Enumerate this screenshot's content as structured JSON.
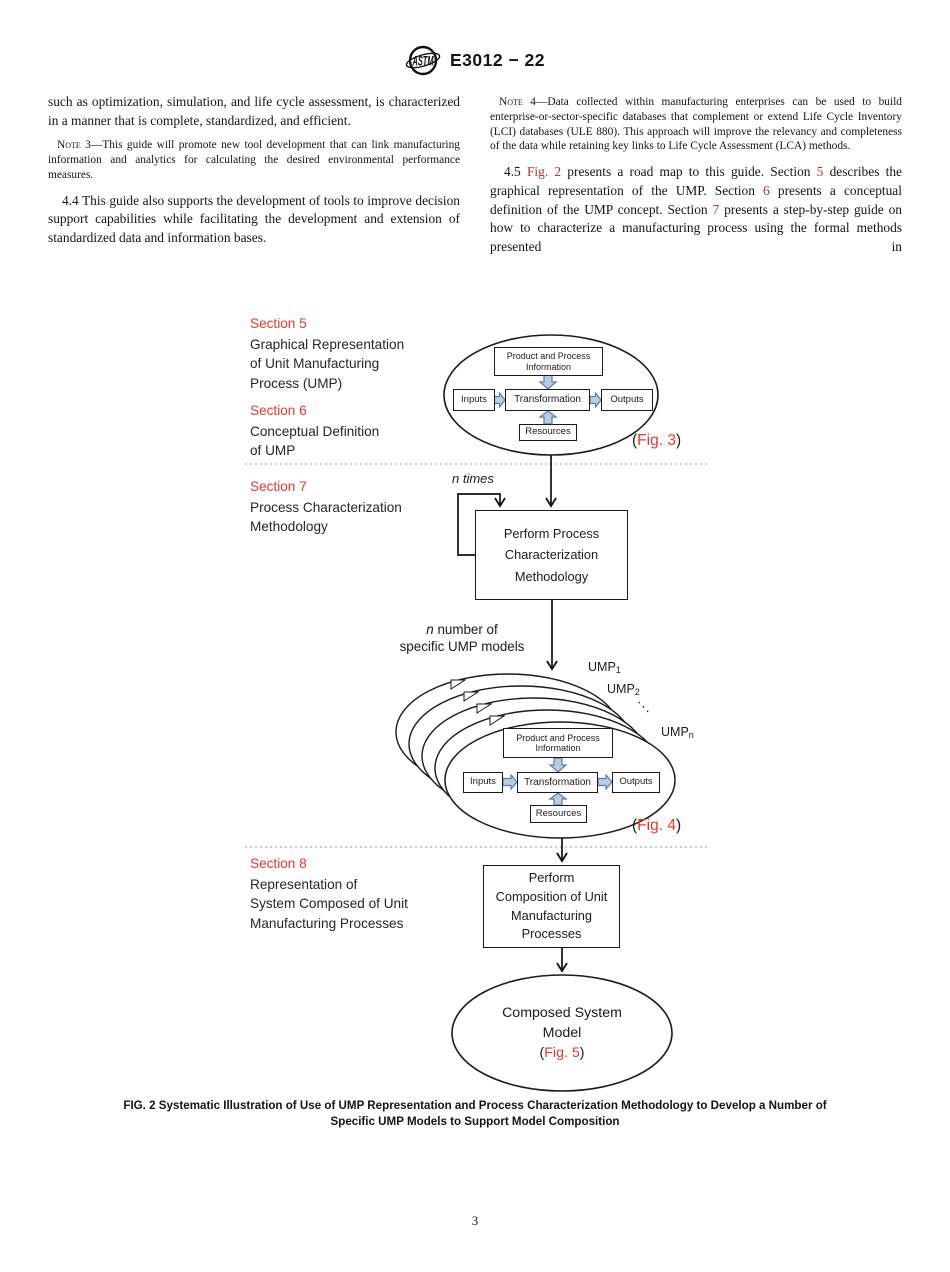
{
  "colors": {
    "accent_red": "#e43a2c",
    "link_red": "#b5342c",
    "arrow_fill": "#b8cce4",
    "arrow_stroke": "#5b7ba6"
  },
  "header": {
    "logo_icon": "astm-logo",
    "logo_text": "ASTM",
    "standard_code": "E3012 − 22"
  },
  "left_column": {
    "p_continuation": "such as optimization, simulation, and life cycle assessment, is characterized in a manner that is complete, standardized, and efficient.",
    "note3_label": "Note 3",
    "note3_body": "—This guide will promote new tool development that can link manufacturing information and analytics for calculating the desired environmental performance measures.",
    "p44": "4.4 This guide also supports the development of tools to improve decision support capabilities while facilitating the development and extension of standardized data and information bases."
  },
  "right_column": {
    "note4_label": "Note 4",
    "note4_body": "—Data collected within manufacturing enterprises can be used to build enterprise-or-sector-specific databases that complement or extend Life Cycle Inventory (LCI) databases (ULE 880). This approach will improve the relevancy and completeness of the data while retaining key links to Life Cycle Assessment (LCA) methods.",
    "p45": {
      "seg1": "4.5 ",
      "ref_fig2": "Fig. 2",
      "seg2": " presents a road map to this guide. Section ",
      "ref_s5": "5",
      "seg3": " describes the graphical representation of the UMP. Section ",
      "ref_s6": "6",
      "seg4": " presents a conceptual definition of the UMP concept. Section ",
      "ref_s7": "7",
      "seg5": " presents a step-by-step guide on how to characterize a manufacturing process using the formal methods presented in"
    }
  },
  "figure": {
    "sections": [
      {
        "heading": "Section 5",
        "lines": [
          "Graphical Representation",
          "of Unit Manufacturing",
          "Process (UMP)"
        ]
      },
      {
        "heading": "Section 6",
        "lines": [
          "Conceptual Definition",
          "of UMP"
        ]
      },
      {
        "heading": "Section 7",
        "lines": [
          "Process Characterization",
          "Methodology"
        ]
      },
      {
        "heading": "Section 8",
        "lines": [
          "Representation of",
          "System Composed of Unit",
          "Manufacturing Processes"
        ]
      }
    ],
    "ump": {
      "product_info": "Product and Process Information",
      "inputs": "Inputs",
      "transformation": "Transformation",
      "outputs": "Outputs",
      "resources": "Resources"
    },
    "fig3": {
      "pre": "(",
      "text": "Fig. 3",
      "post": ")"
    },
    "fig4": {
      "pre": "(",
      "text": "Fig. 4",
      "post": ")"
    },
    "fig5": {
      "pre": "(",
      "text": "Fig. 5",
      "post": ")"
    },
    "n_times": "n times",
    "n_number_italic": "n",
    "n_number_rest": " number of",
    "n_number_line2": "specific UMP models",
    "process_box_lines": [
      "Perform Process",
      "Characterization",
      "Methodology"
    ],
    "compose_box_lines": [
      "Perform",
      "Composition of Unit",
      "Manufacturing",
      "Processes"
    ],
    "stack": {
      "ump1_base": "UMP",
      "ump1_sub": "1",
      "ump2_base": "UMP",
      "ump2_sub": "2",
      "dots": "⋱",
      "umpn_base": "UMP",
      "umpn_sub": "n"
    },
    "composed_lines": [
      "Composed System",
      "Model"
    ]
  },
  "caption": {
    "line1": "FIG. 2 Systematic Illustration of Use of UMP Representation and Process Characterization Methodology to Develop a Number of",
    "line2": "Specific UMP Models to Support Model Composition"
  },
  "page_number": "3"
}
